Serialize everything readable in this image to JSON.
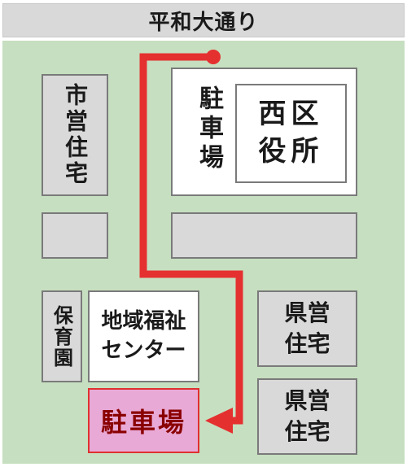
{
  "street": {
    "name": "平和大通り"
  },
  "buildings": {
    "city_housing": "市営住宅",
    "parking_main": "駐車場",
    "ward_office": "西区\n役所",
    "nursery": "保育園",
    "welfare_center": "地域福祉\nセンター",
    "prefectural_housing_1": "県営\n住宅",
    "prefectural_housing_2": "県営\n住宅",
    "destination_parking": "駐車場"
  },
  "colors": {
    "route": "#e53030",
    "destination_fill": "#e9a9d6",
    "ground": "#c6dfc0",
    "block": "#d9d9d9"
  }
}
